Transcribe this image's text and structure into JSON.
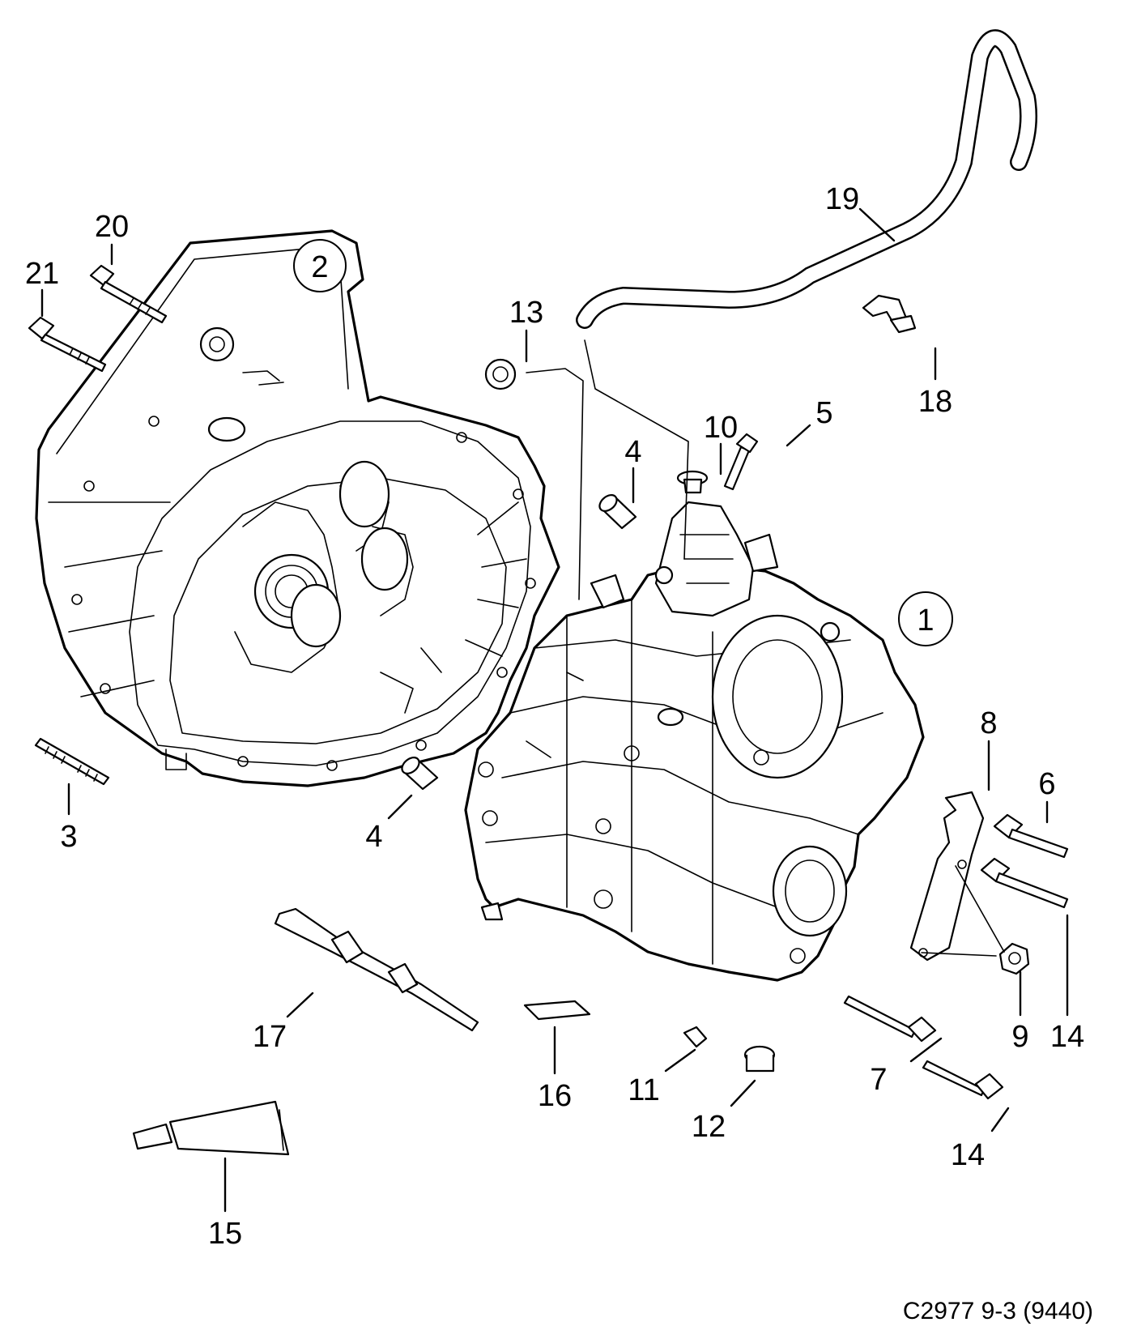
{
  "diagram": {
    "callouts": [
      {
        "id": "c1",
        "text": "1"
      },
      {
        "id": "c2",
        "text": "2"
      },
      {
        "id": "c3",
        "text": "3"
      },
      {
        "id": "c4a",
        "text": "4"
      },
      {
        "id": "c4b",
        "text": "4"
      },
      {
        "id": "c5",
        "text": "5"
      },
      {
        "id": "c6",
        "text": "6"
      },
      {
        "id": "c7",
        "text": "7"
      },
      {
        "id": "c8",
        "text": "8"
      },
      {
        "id": "c9",
        "text": "9"
      },
      {
        "id": "c10",
        "text": "10"
      },
      {
        "id": "c11",
        "text": "11"
      },
      {
        "id": "c12",
        "text": "12"
      },
      {
        "id": "c13",
        "text": "13"
      },
      {
        "id": "c14a",
        "text": "14"
      },
      {
        "id": "c14b",
        "text": "14"
      },
      {
        "id": "c15",
        "text": "15"
      },
      {
        "id": "c16",
        "text": "16"
      },
      {
        "id": "c17",
        "text": "17"
      },
      {
        "id": "c18",
        "text": "18"
      },
      {
        "id": "c19",
        "text": "19"
      },
      {
        "id": "c20",
        "text": "20"
      },
      {
        "id": "c21",
        "text": "21"
      }
    ],
    "figure_code": "C2977 9-3 (9440)"
  }
}
